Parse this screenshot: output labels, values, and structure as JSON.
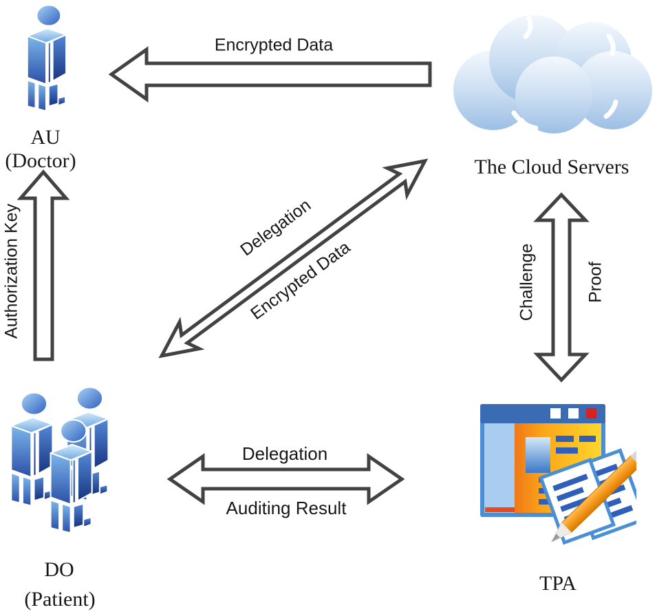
{
  "figure": {
    "background": "#ffffff",
    "arrow_outline_color": "#424242",
    "text_color": "#161616",
    "nodes": {
      "au": {
        "title": "AU",
        "subtitle": "(Doctor)",
        "icon": "person-icon"
      },
      "cloud": {
        "title": "The Cloud Servers",
        "icon": "cloud-icon"
      },
      "do": {
        "title": "DO",
        "subtitle": "(Patient)",
        "icon": "people-group-icon"
      },
      "tpa": {
        "title": "TPA",
        "icon": "audit-application-icon"
      }
    },
    "arrows": {
      "cloud_to_au": {
        "label": "Encrypted Data",
        "direction": "left"
      },
      "do_to_au": {
        "label": "Authorization Key",
        "direction": "up"
      },
      "do_to_cloud": {
        "labels": [
          "Delegation",
          "Encrypted Data"
        ],
        "direction": "both"
      },
      "cloud_to_tpa": {
        "labels": [
          "Challenge",
          "Proof"
        ],
        "direction": "both"
      },
      "do_to_tpa": {
        "labels": [
          "Delegation",
          "Auditing Result"
        ],
        "direction": "both"
      }
    },
    "icon_colors": {
      "person_blue_light": "#a8d4f4",
      "person_blue_dark": "#1e3f9e",
      "cloud_light": "#f3f8fd",
      "cloud_dark": "#9cbfe5",
      "window_border_blue": "#4a8ed6",
      "window_titlebar_blue": "#3a6cb6",
      "window_button_red": "#d92121",
      "window_sidebar_blue": "#a9cdf0",
      "window_panel_orange": "#f07818",
      "window_panel_yellow": "#ffd62e",
      "document_line_blue": "#2f5fb8",
      "pencil_orange": "#f5991f"
    }
  }
}
